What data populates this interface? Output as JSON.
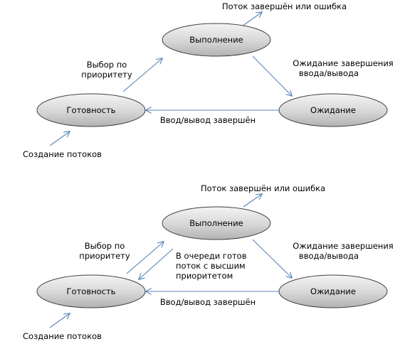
{
  "diagrams": [
    {
      "nodes": {
        "running": "Выполнение",
        "ready": "Готовность",
        "waiting": "Ожидание"
      },
      "labels": {
        "exit": "Поток завершён или ошибка",
        "select": [
          "Выбор по",
          "приоритету"
        ],
        "wait_io": [
          "Ожидание завершения",
          "ввода/вывода"
        ],
        "io_done": "Ввод/вывод завершён",
        "create": "Создание потоков"
      }
    },
    {
      "nodes": {
        "running": "Выполнение",
        "ready": "Готовность",
        "waiting": "Ожидание"
      },
      "labels": {
        "exit": "Поток завершён или ошибка",
        "select": [
          "Выбор по",
          "приоритету"
        ],
        "preempt": [
          "В очереди готов",
          "поток с высшим",
          "приоритетом"
        ],
        "wait_io": [
          "Ожидание завершения",
          "ввода/вывода"
        ],
        "io_done": "Ввод/вывод завершён",
        "create": "Создание потоков"
      }
    }
  ],
  "colors": {
    "arrow": "#5b86b8",
    "node_fill_light": "#f2f2f2",
    "node_fill_dark": "#b5b5b5",
    "node_stroke": "#404040"
  }
}
